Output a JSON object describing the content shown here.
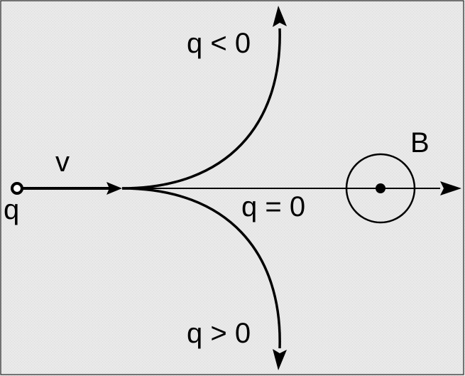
{
  "diagram": {
    "labels": {
      "velocity": "v",
      "charge": "q",
      "field": "B",
      "negative_charge": "q < 0",
      "zero_charge": "q = 0",
      "positive_charge": "q > 0"
    },
    "field_symbol": "out-of-page-dot-in-circle",
    "colors": {
      "background": "#e9e9e9",
      "stroke": "#000000"
    }
  }
}
